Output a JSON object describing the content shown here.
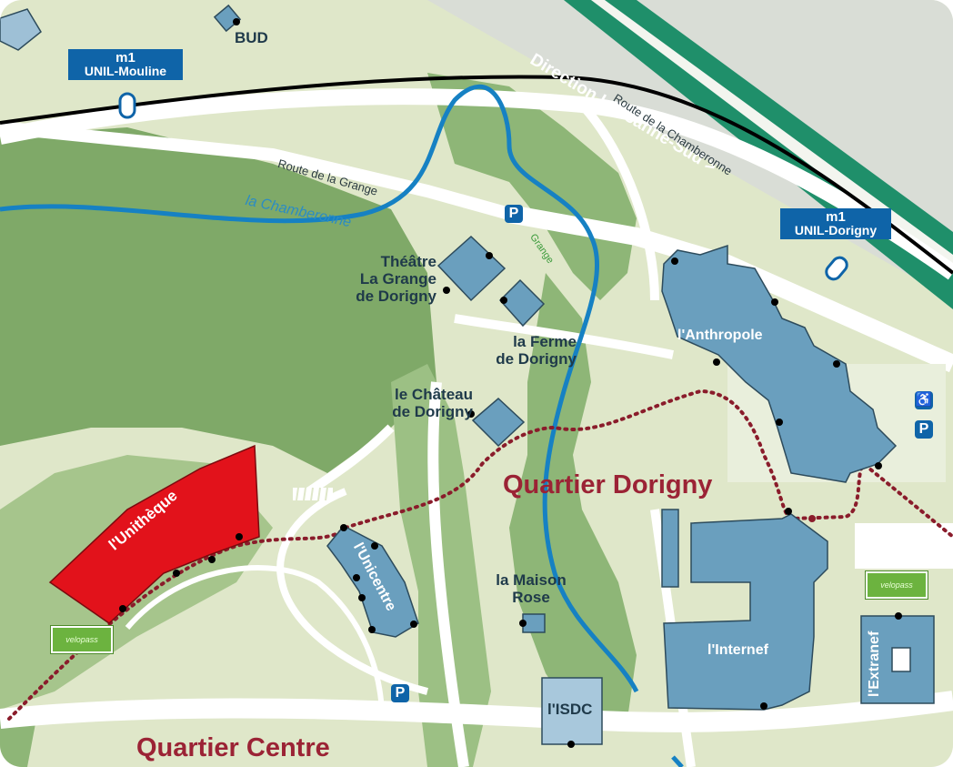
{
  "stations": {
    "mouline": {
      "line": "m1",
      "name": "UNIL-Mouline"
    },
    "dorigny": {
      "line": "m1",
      "name": "UNIL-Dorigny"
    }
  },
  "direction": "Direction Lausanne-Sud >",
  "roads": {
    "chamberonne": "Route de la Chamberonne",
    "grange": "Route de la Grange",
    "grange_short": "Grange"
  },
  "river": "la Chamberonne",
  "quarters": {
    "dorigny": "Quartier Dorigny",
    "centre": "Quartier Centre"
  },
  "buildings": {
    "bud": "BUD",
    "theatre": [
      "Théâtre",
      "La Grange",
      "de Dorigny"
    ],
    "ferme": [
      "la Ferme",
      "de Dorigny"
    ],
    "chateau": [
      "le Château",
      "de Dorigny"
    ],
    "maison": [
      "la Maison",
      "Rose"
    ],
    "anthropole": "l'Anthropole",
    "unitheque": "l'Unithèque",
    "unicentre": "l'Unicentre",
    "internef": "l'Internef",
    "extranef": "l'Extranef",
    "isdc": "l'ISDC"
  },
  "parking": "P",
  "accessible": "♿",
  "velopass": "velopass",
  "colors": {
    "building": "#6a9fbe",
    "unitheque": "#e2121b",
    "water": "#1681c3",
    "quarter": "#9b2335",
    "path": "#8a1c2b"
  }
}
